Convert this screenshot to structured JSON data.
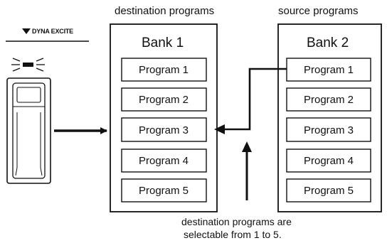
{
  "headings": {
    "destination": "destination programs",
    "source": "source programs"
  },
  "button": {
    "label": "DYNA EXCITE",
    "label_triangle_icon": "down-triangle-icon",
    "led_icon": "led-indicator-icon"
  },
  "banks": {
    "destination": {
      "title": "Bank 1",
      "programs": [
        "Program 1",
        "Program 2",
        "Program 3",
        "Program 4",
        "Program 5"
      ]
    },
    "source": {
      "title": "Bank 2",
      "programs": [
        "Program 1",
        "Program 2",
        "Program 3",
        "Program 4",
        "Program 5"
      ]
    }
  },
  "note": {
    "line1": "destination programs are",
    "line2": "selectable from 1 to  5."
  },
  "colors": {
    "ink": "#111111",
    "background": "#ffffff"
  }
}
